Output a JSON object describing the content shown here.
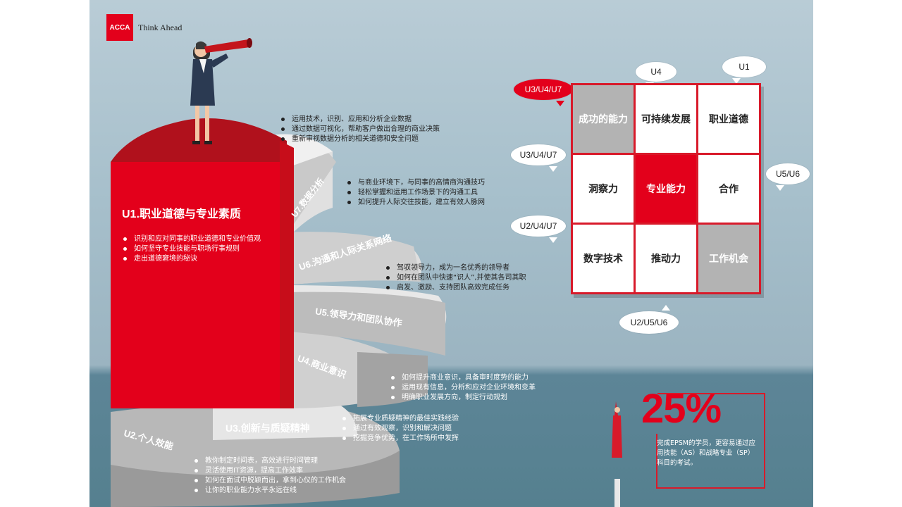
{
  "brand": {
    "logo": "ACCA",
    "tagline": "Think Ahead",
    "colors": {
      "red": "#e3001b",
      "dark_red": "#b0111c",
      "grey": "#b3b3b3"
    }
  },
  "steps": {
    "u1": {
      "title": "U1.职业道德与专业素质",
      "bullets": [
        "识别和应对同事的职业道德和专业价值观",
        "如何坚守专业技能与职场行事规则",
        "走出道德窘境的秘诀"
      ]
    },
    "u2": {
      "title": "U2.个人效能",
      "bullets": [
        "教你制定时间表，高效进行时间管理",
        "灵活使用IT资源，提高工作效率",
        "如何在面试中脱颖而出，拿到心仪的工作机会",
        "让你的职业能力水平永远在线"
      ]
    },
    "u3": {
      "title": "U3.创新与质疑精神",
      "bullets": [
        "拓展专业质疑精神的最佳实践经验",
        "通过有效观察，识别和解决问题",
        "挖掘竞争优势，在工作场所中发挥"
      ]
    },
    "u4": {
      "title": "U4.商业意识",
      "bullets": [
        "如何提升商业意识，具备审时度势的能力",
        "运用现有信息，分析和应对企业环境和变革",
        "明确职业发展方向，制定行动规划"
      ]
    },
    "u5": {
      "title": "U5.领导力和团队协作",
      "bullets": [
        "驾驭领导力，成为一名优秀的领导者",
        "如何在团队中快速“识人”,并使其各司其职",
        "启发、激励、支持团队高效完成任务"
      ]
    },
    "u6": {
      "title": "U6.沟通和人际关系网络",
      "bullets": [
        "与商业环境下，与同事的高情商沟通技巧",
        "轻松掌握和运用工作场景下的沟通工具",
        "如何提升人际交往技能，建立有效人脉网"
      ]
    },
    "u7": {
      "title": "U7.数据分析",
      "bullets": [
        "运用技术，识别、应用和分析企业数据",
        "通过数据可视化，帮助客户做出合理的商业决策",
        "重新审视数据分析的相关道德和安全问题"
      ]
    }
  },
  "matrix": {
    "cells": [
      "成功的能力",
      "可持续发展",
      "职业道德",
      "洞察力",
      "专业能力",
      "合作",
      "数字技术",
      "推动力",
      "工作机会"
    ],
    "tags": {
      "top_left": "U3/U4/U7",
      "top_mid": "U4",
      "top_right": "U1",
      "left_mid": "U3/U4/U7",
      "left_low": "U2/U4/U7",
      "right_mid": "U5/U6",
      "bottom": "U2/U5/U6"
    }
  },
  "stat": {
    "value": "25%",
    "text": "完成EPSM的学员，更容易通过应用技能（AS）和战略专业（SP）科目的考试。"
  }
}
